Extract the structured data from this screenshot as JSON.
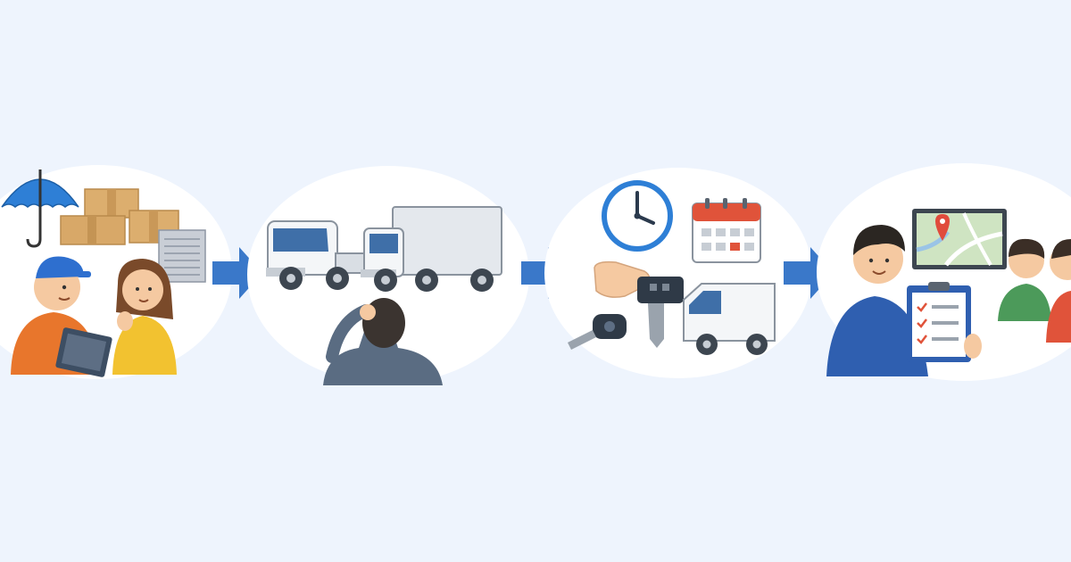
{
  "colors": {
    "background": "#eef4fd",
    "panel": "#ffffff",
    "arrow": "#3a78c9",
    "uniform_orange": "#e8762c",
    "uniform_blue": "#2f5fb0",
    "cardboard": "#d8a868",
    "truck_body": "#f4f6f8",
    "truck_cab_glass": "#3f6fa8",
    "calendar_red": "#e0533a",
    "map_pin": "#e04b3c"
  },
  "steps": [
    {
      "scene": "consultation",
      "icons": [
        "umbrella-icon",
        "cardboard-box-icon",
        "storage-shutter-icon",
        "clipboard-icon"
      ]
    },
    {
      "scene": "truck-selection",
      "icons": [
        "small-truck-icon",
        "box-truck-icon",
        "confused-person-icon"
      ]
    },
    {
      "scene": "rental-handover",
      "icons": [
        "clock-icon",
        "calendar-icon",
        "key-handover-icon",
        "car-key-icon",
        "van-icon"
      ]
    },
    {
      "scene": "delivery-complete",
      "icons": [
        "map-screen-icon",
        "map-pin-icon",
        "checklist-icon",
        "customers-icon"
      ]
    }
  ],
  "flow": {
    "arrow_count": 3,
    "direction": "left-to-right"
  }
}
